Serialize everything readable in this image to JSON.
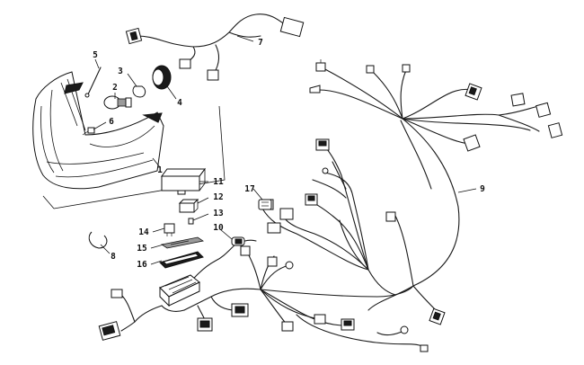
{
  "diagram": {
    "callouts": [
      "1",
      "2",
      "3",
      "4",
      "5",
      "6",
      "7",
      "8",
      "9",
      "10",
      "11",
      "12",
      "13",
      "14",
      "15",
      "16",
      "17"
    ],
    "colors": {
      "line": "#1a1a1a",
      "background": "#ffffff",
      "shade": "#9a9a9a"
    }
  }
}
